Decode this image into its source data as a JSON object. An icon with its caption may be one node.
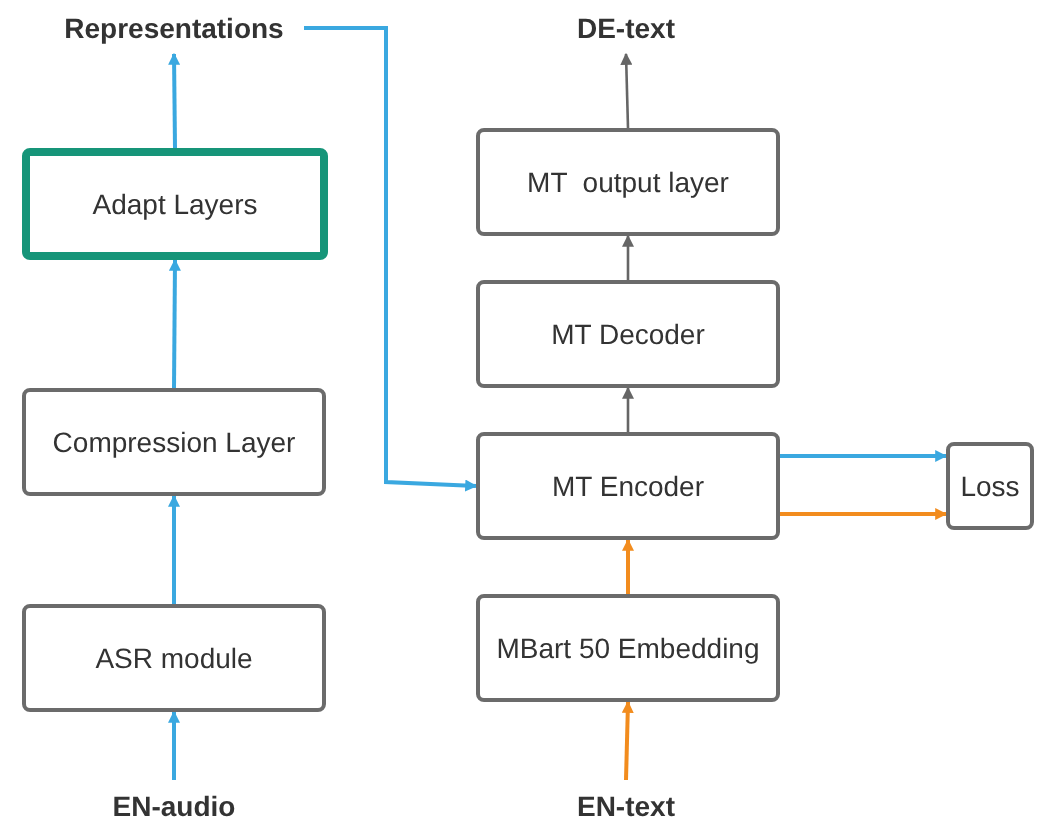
{
  "diagram": {
    "nodes": [
      {
        "text": [
          "Representations"
        ]
      },
      {
        "text": [
          "DE-text"
        ]
      },
      {
        "text": [
          "Adapt Layers"
        ]
      },
      {
        "text": [
          "MT  output layer"
        ]
      },
      {
        "text": [
          "MT Decoder"
        ]
      },
      {
        "text": [
          "Compression Layer"
        ]
      },
      {
        "text": [
          "MT Encoder"
        ]
      },
      {
        "text": [
          "Loss"
        ]
      },
      {
        "text": [
          "ASR module"
        ]
      },
      {
        "text": [
          "MBart 50 Embedding"
        ]
      },
      {
        "text": [
          "EN-audio"
        ]
      },
      {
        "text": [
          "EN-text"
        ]
      }
    ],
    "edges": [
      {
        "from": 10,
        "to": 8,
        "arrow": "to"
      },
      {
        "from": 8,
        "to": 5,
        "arrow": "to"
      },
      {
        "from": 5,
        "to": 2,
        "arrow": "to"
      },
      {
        "from": 2,
        "to": 0,
        "arrow": "to"
      },
      {
        "from": 0,
        "to": 6,
        "arrow": "to"
      },
      {
        "from": 11,
        "to": 9,
        "arrow": "to",
        "color": "#f28c1e"
      },
      {
        "from": 9,
        "to": 6,
        "arrow": "to",
        "color": "#f28c1e"
      },
      {
        "from": 6,
        "to": 4,
        "arrow": "to",
        "color": "#666666"
      },
      {
        "from": 4,
        "to": 3,
        "arrow": "to",
        "color": "#666666"
      },
      {
        "from": 3,
        "to": 1,
        "arrow": "to",
        "color": "#666666"
      },
      {
        "from": 6,
        "to": 7,
        "arrow": "to"
      },
      {
        "from": 6,
        "to": 7,
        "arrow": "to",
        "color": "#f28c1e"
      }
    ]
  }
}
